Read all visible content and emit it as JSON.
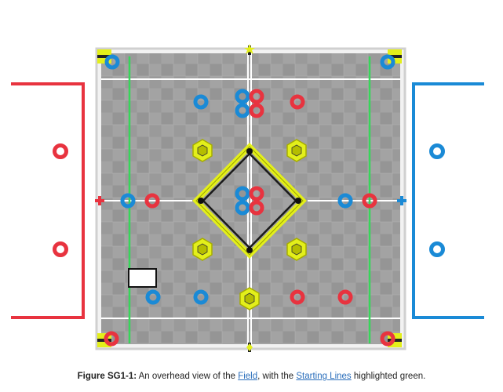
{
  "figure": {
    "label": "Figure SG1-1:",
    "text_before": " An overhead view of the ",
    "link1": "Field",
    "text_middle": ", with the ",
    "link2": "Starting Lines",
    "text_after": " highlighted green."
  },
  "colors": {
    "red_alliance": "#e8333f",
    "blue_alliance": "#1a8ad6",
    "starting_line": "#37d65a",
    "goal_yellow": "#e3ef1a",
    "field_tile": "#9a9a9a"
  },
  "icons": {
    "ring": "ring-icon",
    "mobile_goal": "mobile-goal-icon",
    "ladder": "ladder-icon",
    "robot_start": "robot-start-box-icon"
  }
}
